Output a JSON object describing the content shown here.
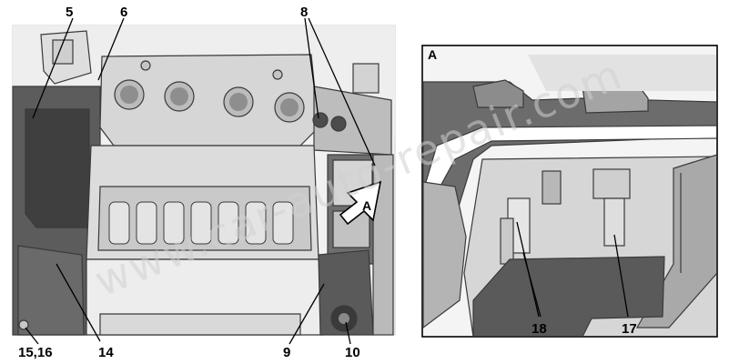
{
  "watermark": "www.car-auto-repair.com",
  "main_view": {
    "callouts": {
      "c5": "5",
      "c6": "6",
      "c8": "8",
      "c14": "14",
      "c15_16": "15,16",
      "c9": "9",
      "c10": "10",
      "arrow_a": "A"
    }
  },
  "detail_view": {
    "label": "A",
    "callouts": {
      "c18": "18",
      "c17": "17"
    }
  },
  "colors": {
    "light_gray": "#e6e6e6",
    "mid_gray": "#a8a8a8",
    "dark_gray": "#4e4e4e",
    "outline": "#2c2c2c"
  }
}
